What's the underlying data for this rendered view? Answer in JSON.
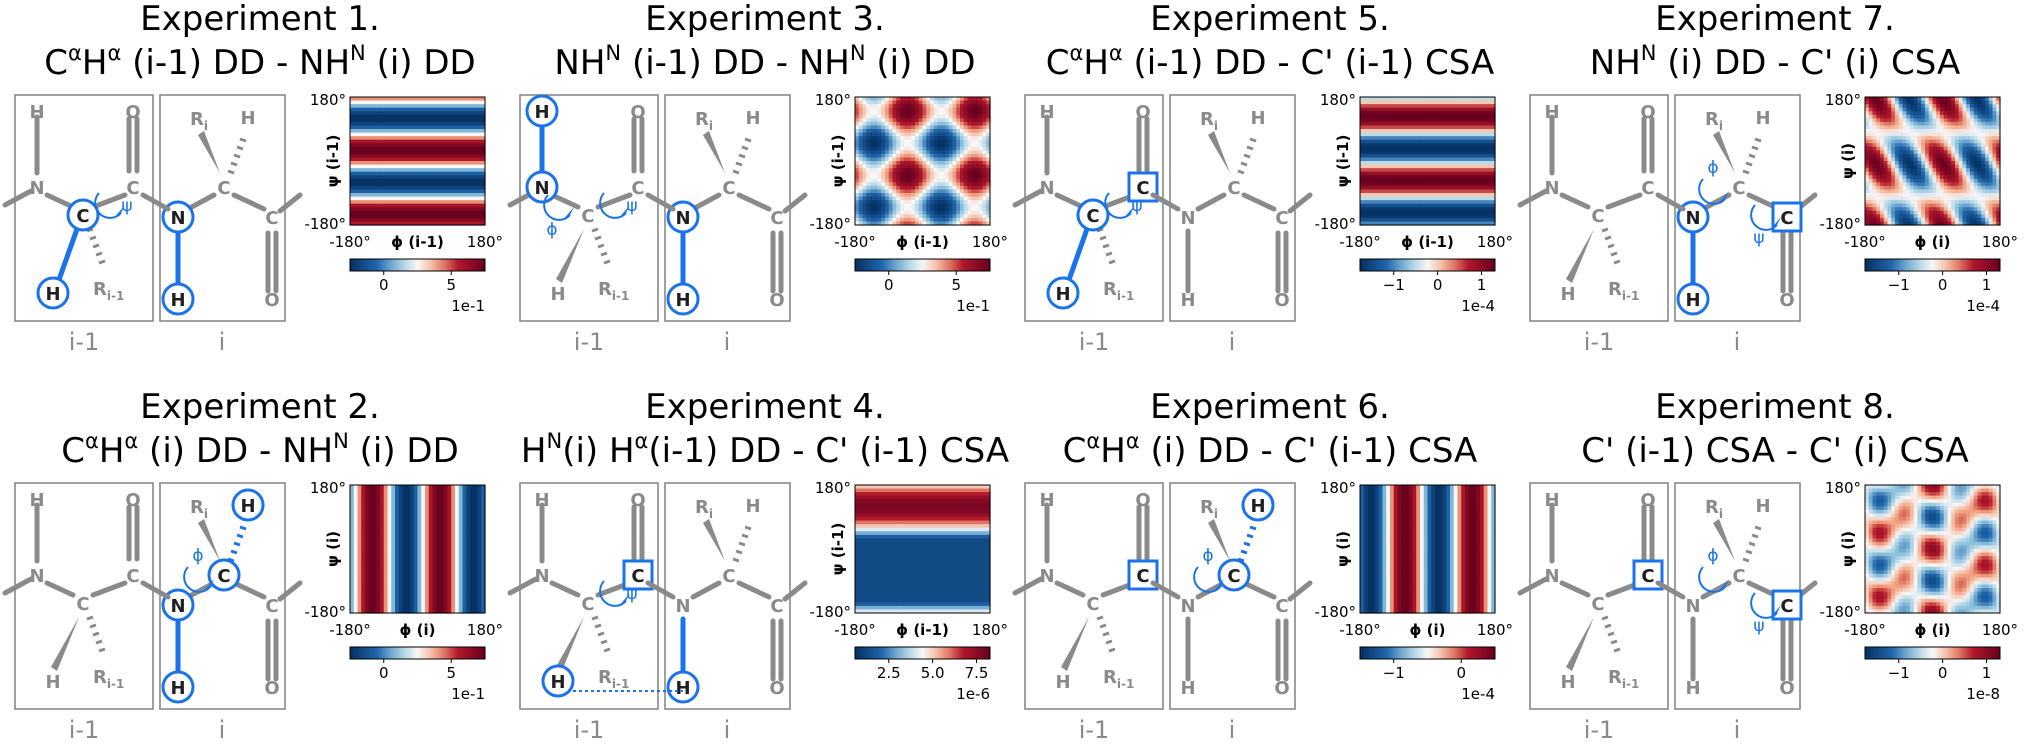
{
  "colors": {
    "highlight": "#1a73e8",
    "bond": "#8a8a8a",
    "frame": "#808080"
  },
  "labels": {
    "ticks": {
      "x_min": "-180°",
      "x_max": "180°",
      "y_min": "-180°",
      "y_max": "180°"
    },
    "residue_prev": "i-1",
    "residue_cur": "i",
    "phi": "ϕ",
    "psi": "ψ",
    "atoms": {
      "H": "H",
      "N": "N",
      "C": "C",
      "O": "O",
      "R": "R",
      "R_prev_sub": "i-1",
      "R_cur_sub": "i"
    }
  },
  "panels": [
    {
      "id": 1,
      "title": "Experiment 1.",
      "sub_parts": [
        "C",
        "α",
        "H",
        "α",
        " (i-1) DD - NH",
        "N",
        " (i) DD"
      ],
      "xlabel": "ϕ (i-1)",
      "ylabel": "ψ (i-1)",
      "colorbar": {
        "ticks": [
          "0",
          "5"
        ],
        "scale": "1e-1"
      }
    },
    {
      "id": 3,
      "title": "Experiment 3.",
      "sub_parts": [
        "NH",
        "N",
        " (i-1) DD - NH",
        "N",
        " (i) DD"
      ],
      "xlabel": "ϕ (i-1)",
      "ylabel": "ψ (i-1)",
      "colorbar": {
        "ticks": [
          "0",
          "5"
        ],
        "scale": "1e-1"
      }
    },
    {
      "id": 5,
      "title": "Experiment 5.",
      "sub_parts": [
        "C",
        "α",
        "H",
        "α",
        " (i-1) DD - C' (i-1) CSA"
      ],
      "xlabel": "ϕ (i-1)",
      "ylabel": "ψ (i-1)",
      "colorbar": {
        "ticks": [
          "−1",
          "0",
          "1"
        ],
        "scale": "1e-4"
      }
    },
    {
      "id": 7,
      "title": "Experiment 7.",
      "sub_parts": [
        "NH",
        "N",
        " (i) DD - C' (i) CSA"
      ],
      "xlabel": "ϕ (i)",
      "ylabel": "ψ (i)",
      "colorbar": {
        "ticks": [
          "−1",
          "0",
          "1"
        ],
        "scale": "1e-4"
      }
    },
    {
      "id": 2,
      "title": "Experiment 2.",
      "sub_parts": [
        "C",
        "α",
        "H",
        "α",
        " (i) DD - NH",
        "N",
        " (i) DD"
      ],
      "xlabel": "ϕ (i)",
      "ylabel": "ψ (i)",
      "colorbar": {
        "ticks": [
          "0",
          "5"
        ],
        "scale": "1e-1"
      }
    },
    {
      "id": 4,
      "title": "Experiment 4.",
      "sub_parts": [
        "H",
        "N",
        "(i) H",
        "α",
        "(i-1) DD - C' (i-1) CSA"
      ],
      "xlabel": "ϕ (i-1)",
      "ylabel": "ψ (i-1)",
      "colorbar": {
        "ticks": [
          "2.5",
          "5.0",
          "7.5"
        ],
        "scale": "1e-6"
      }
    },
    {
      "id": 6,
      "title": "Experiment 6.",
      "sub_parts": [
        "C",
        "α",
        "H",
        "α",
        " (i) DD - C' (i-1) CSA"
      ],
      "xlabel": "ϕ (i)",
      "ylabel": "ψ (i)",
      "colorbar": {
        "ticks": [
          "−1",
          "0"
        ],
        "scale": "1e-4"
      }
    },
    {
      "id": 8,
      "title": "Experiment 8.",
      "sub_parts": [
        "C' (i-1) CSA - C' (i) CSA"
      ],
      "xlabel": "ϕ (i)",
      "ylabel": "ψ (i)",
      "colorbar": {
        "ticks": [
          "−1",
          "0",
          "1"
        ],
        "scale": "1e-8"
      }
    }
  ]
}
